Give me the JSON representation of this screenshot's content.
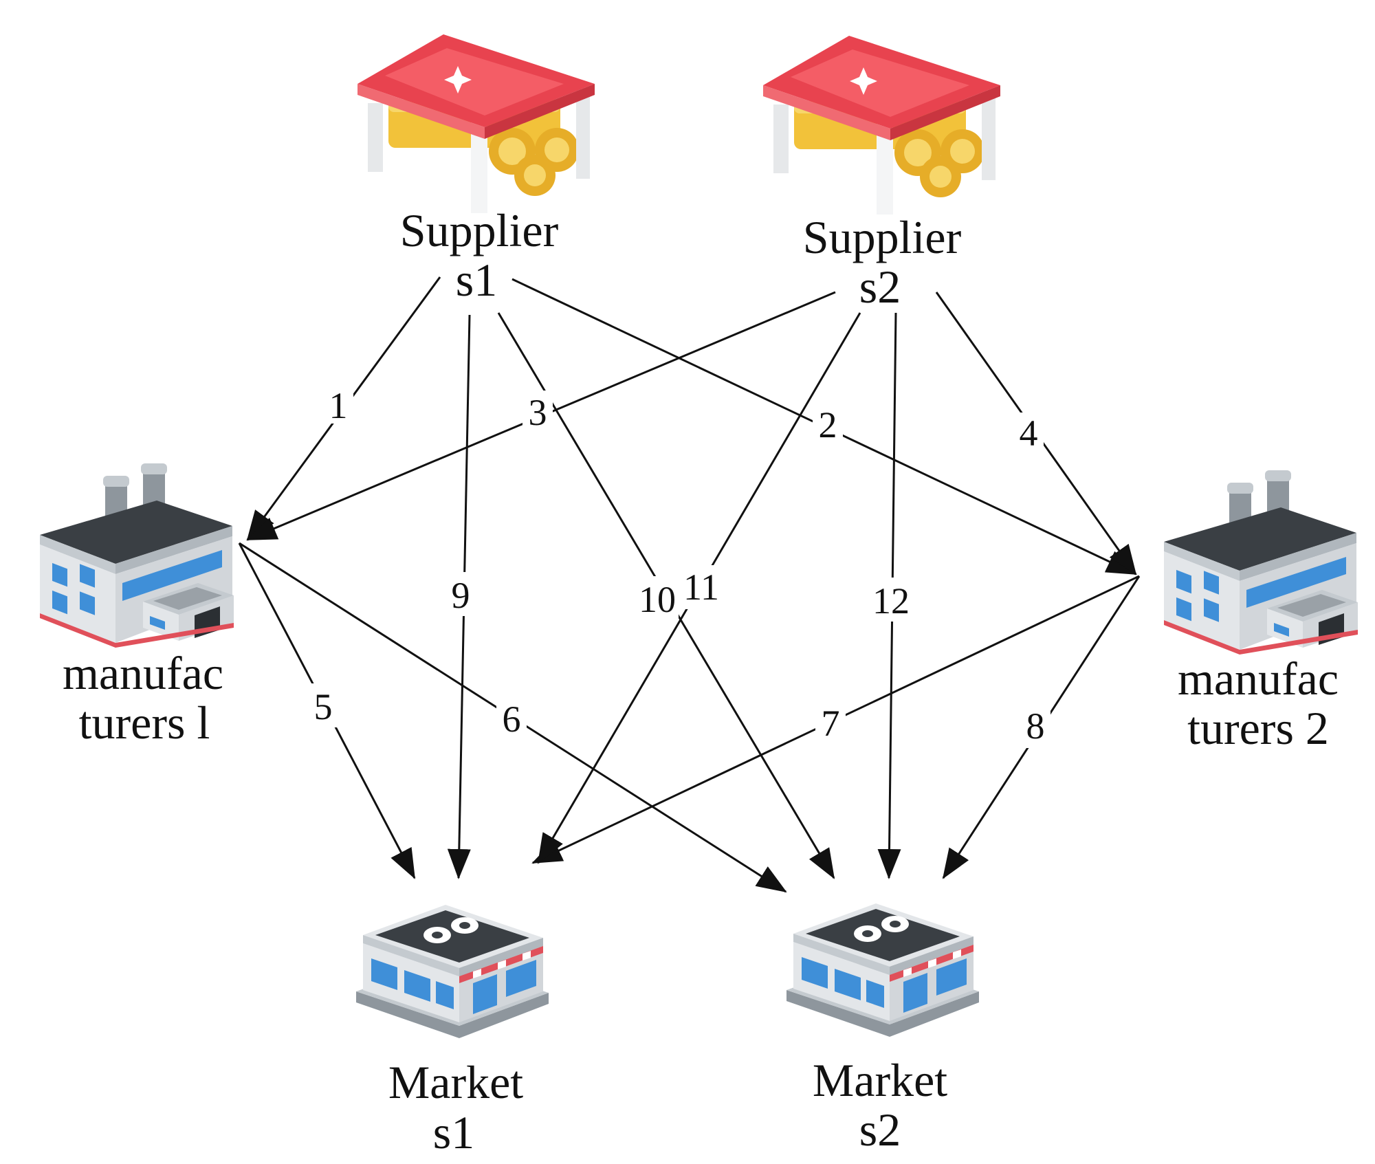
{
  "nodes": {
    "supplier_s1": {
      "kind": "warehouse",
      "line1": "Supplier",
      "line2": "s1"
    },
    "supplier_s2": {
      "kind": "warehouse",
      "line1": "Supplier",
      "line2": "s2"
    },
    "manufacturer_1": {
      "kind": "factory",
      "line1": "manufac",
      "line2": "turers l"
    },
    "manufacturer_2": {
      "kind": "factory",
      "line1": "manufac",
      "line2": "turers 2"
    },
    "market_s1": {
      "kind": "store",
      "line1": "Market",
      "line2": "s1"
    },
    "market_s2": {
      "kind": "store",
      "line1": "Market",
      "line2": "s2"
    }
  },
  "edges": [
    {
      "label": "1",
      "from": "supplier_s1",
      "to": "manufacturer_1"
    },
    {
      "label": "2",
      "from": "supplier_s1",
      "to": "manufacturer_2"
    },
    {
      "label": "3",
      "from": "supplier_s2",
      "to": "manufacturer_1"
    },
    {
      "label": "4",
      "from": "supplier_s2",
      "to": "manufacturer_2"
    },
    {
      "label": "5",
      "from": "manufacturer_1",
      "to": "market_s1"
    },
    {
      "label": "6",
      "from": "manufacturer_1",
      "to": "market_s2"
    },
    {
      "label": "7",
      "from": "manufacturer_2",
      "to": "market_s1"
    },
    {
      "label": "8",
      "from": "manufacturer_2",
      "to": "market_s2"
    },
    {
      "label": "9",
      "from": "supplier_s1",
      "to": "market_s1"
    },
    {
      "label": "10",
      "from": "supplier_s1",
      "to": "market_s2"
    },
    {
      "label": "11",
      "from": "supplier_s2",
      "to": "market_s1"
    },
    {
      "label": "12",
      "from": "supplier_s2",
      "to": "market_s2"
    }
  ],
  "colors": {
    "line": "#111111",
    "roof_red": "#e8434f",
    "roof_red_light": "#f45d66",
    "goods_yellow": "#f2c23a",
    "building_grey": "#d9dde1",
    "building_dark": "#3a3f44",
    "window_blue": "#3f8fd8",
    "base_red": "#e0505a"
  }
}
